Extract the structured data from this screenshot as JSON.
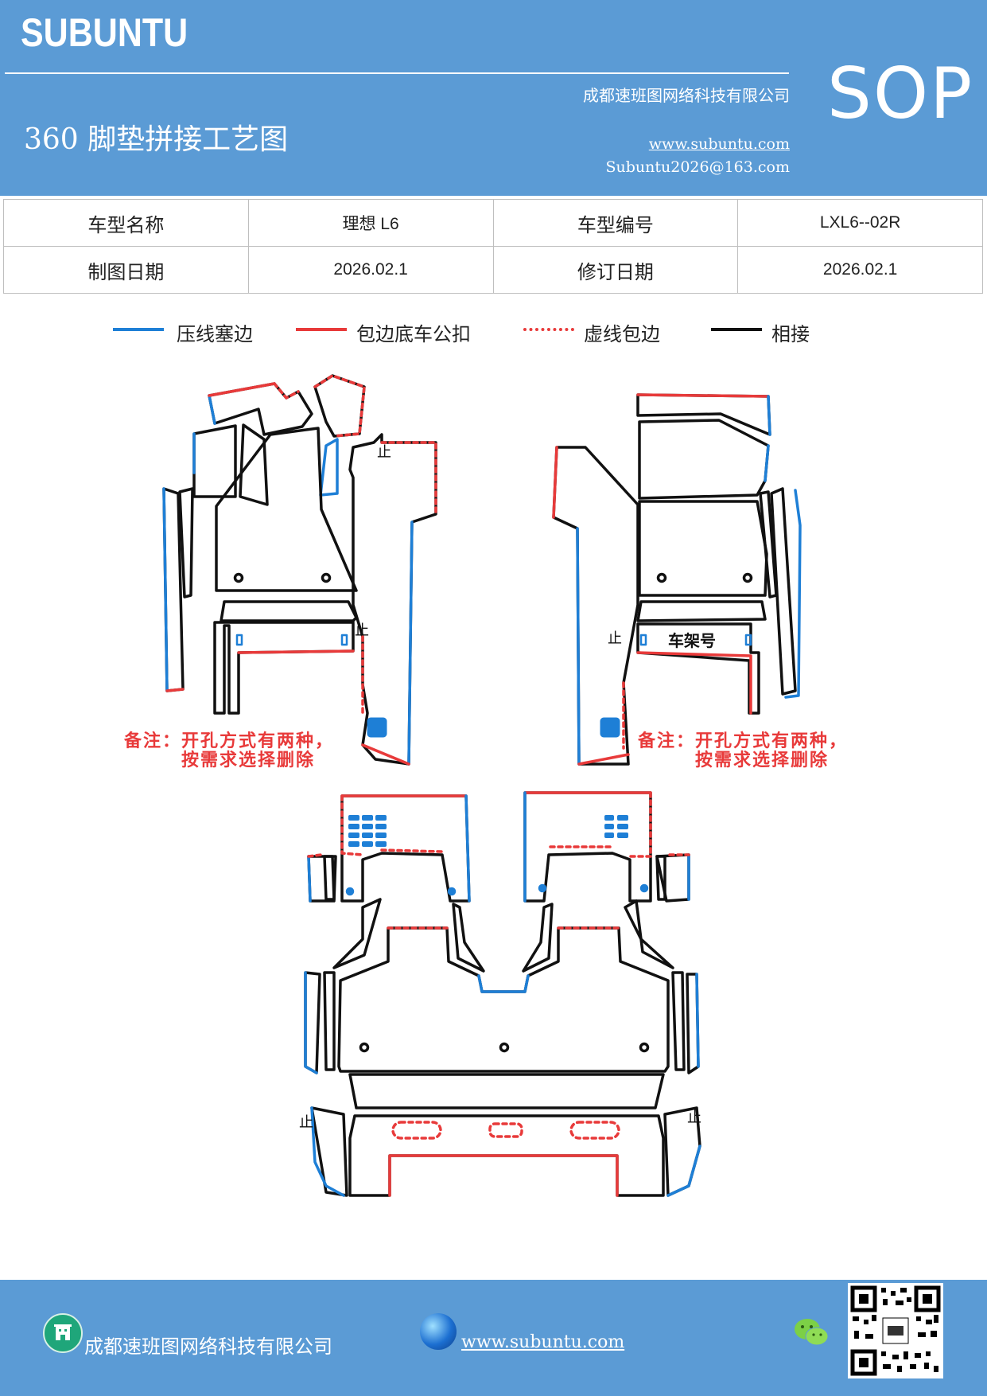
{
  "header": {
    "brand": "SUBUNTU",
    "company": "成都速班图网络科技有限公司",
    "title": "360 脚垫拼接工艺图",
    "website": "www.subuntu.com",
    "email": "Subuntu2026@163.com",
    "badge": "SOP",
    "accent_color": "#5b9bd5"
  },
  "info_table": {
    "rows": [
      [
        "车型名称",
        "理想 L6",
        "车型编号",
        "LXL6--02R"
      ],
      [
        "制图日期",
        "2026.02.1",
        "修订日期",
        "2026.02.1"
      ]
    ]
  },
  "legend": [
    {
      "label": "压线塞边",
      "style": "solid",
      "color": "#1e7fd6"
    },
    {
      "label": "包边底车公扣",
      "style": "solid",
      "color": "#e83a3a"
    },
    {
      "label": "虚线包边",
      "style": "dotted",
      "color": "#e83a3a"
    },
    {
      "label": "相接",
      "style": "solid",
      "color": "#111111"
    }
  ],
  "drawing": {
    "frame_label": "车架号",
    "stop_mark": "止",
    "note_left": [
      "备注：开孔方式有两种，",
      "按需求选择删除"
    ],
    "note_right": [
      "备注：开孔方式有两种，",
      "按需求选择删除"
    ]
  },
  "footer": {
    "company": "成都速班图网络科技有限公司",
    "website": "www.subuntu.com ",
    "building_icon": "building-icon",
    "globe_icon": "globe-icon",
    "wechat_icon": "wechat-icon"
  }
}
